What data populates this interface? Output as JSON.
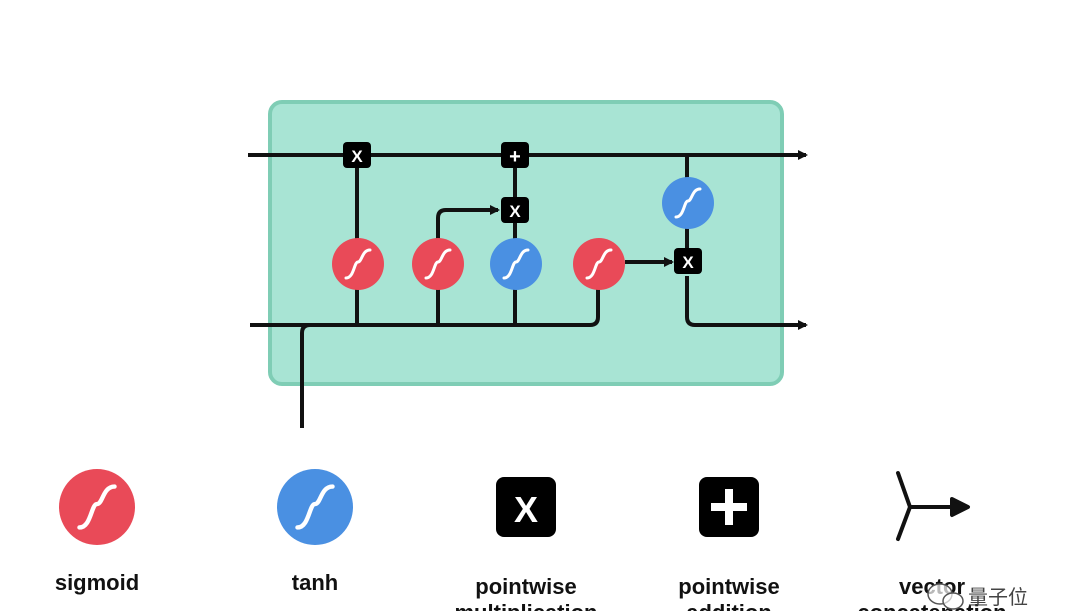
{
  "diagram": {
    "colors": {
      "cell_fill": "#a8e4d4",
      "cell_border": "#7fcdb5",
      "line": "#111111",
      "sigmoid": "#e94a58",
      "tanh": "#4a90e2",
      "op_box": "#000000"
    },
    "ops": {
      "multiply_symbol": "X",
      "add_symbol": "+"
    }
  },
  "legend": {
    "items": [
      {
        "key": "sigmoid",
        "label_line1": "sigmoid",
        "label_line2": "",
        "icon": "sigmoid-icon"
      },
      {
        "key": "tanh",
        "label_line1": "tanh",
        "label_line2": "",
        "icon": "tanh-icon"
      },
      {
        "key": "mult",
        "label_line1": "pointwise",
        "label_line2": "multiplication",
        "icon": "multiply-icon"
      },
      {
        "key": "add",
        "label_line1": "pointwise",
        "label_line2": "addition",
        "icon": "add-icon"
      },
      {
        "key": "concat",
        "label_line1": "vector",
        "label_line2": "concatenation",
        "icon": "vector-concat-icon"
      }
    ]
  },
  "watermark": {
    "text": "量子位"
  }
}
